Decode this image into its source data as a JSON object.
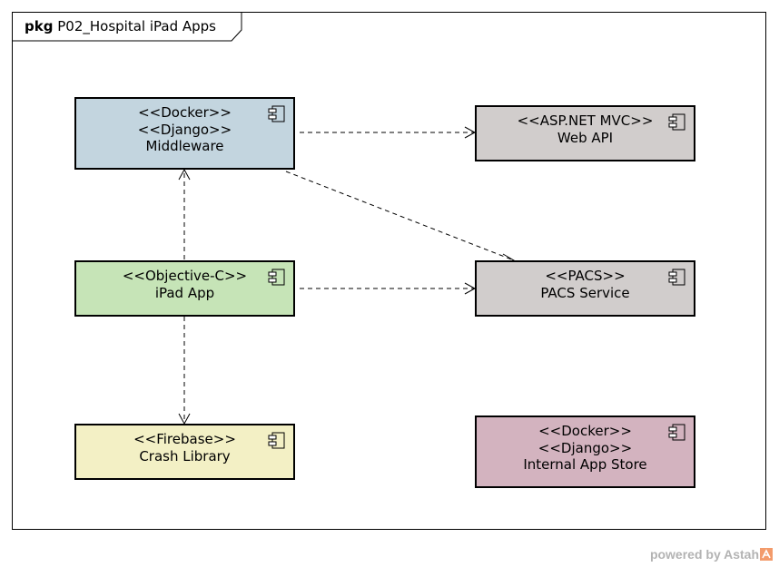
{
  "package": {
    "keyword": "pkg",
    "name": "P02_Hospital iPad Apps"
  },
  "components": {
    "middleware": {
      "lines": [
        "<<Docker>>",
        "<<Django>>",
        "Middleware"
      ],
      "fill": "#c3d5df"
    },
    "web_api": {
      "lines": [
        "<<ASP.NET MVC>>",
        "Web API"
      ],
      "fill": "#d1cdcc"
    },
    "ipad_app": {
      "lines": [
        "<<Objective-C>>",
        "iPad App"
      ],
      "fill": "#c6e4b7"
    },
    "pacs_service": {
      "lines": [
        "<<PACS>>",
        "PACS Service"
      ],
      "fill": "#d1cdcc"
    },
    "crash_library": {
      "lines": [
        "<<Firebase>>",
        "Crash Library"
      ],
      "fill": "#f3f0c5"
    },
    "internal_app_store": {
      "lines": [
        "<<Docker>>",
        "<<Django>>",
        "Internal App Store"
      ],
      "fill": "#d3b3bf"
    }
  },
  "dependencies": [
    {
      "from": "middleware",
      "to": "web_api"
    },
    {
      "from": "middleware",
      "to": "pacs_service"
    },
    {
      "from": "ipad_app",
      "to": "middleware"
    },
    {
      "from": "ipad_app",
      "to": "pacs_service"
    },
    {
      "from": "ipad_app",
      "to": "crash_library"
    }
  ],
  "watermark": {
    "text": "powered by Astah",
    "logo_color": "#f39b6b"
  }
}
